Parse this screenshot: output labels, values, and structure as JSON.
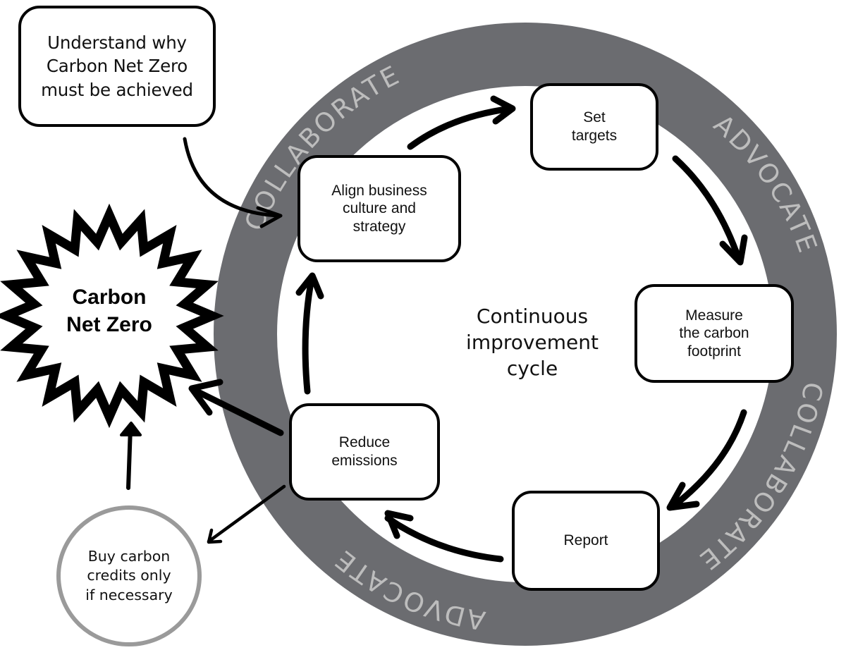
{
  "diagram": {
    "goal": "Carbon\nNet Zero",
    "understand_box": "Understand why\nCarbon Net Zero\nmust be achieved",
    "center_label": "Continuous\nimprovement\ncycle",
    "credits_circle": "Buy carbon\ncredits only\nif necessary",
    "cycle_steps": [
      {
        "id": "align",
        "label": "Align business\nculture and\nstrategy"
      },
      {
        "id": "targets",
        "label": "Set\ntargets"
      },
      {
        "id": "measure",
        "label": "Measure\nthe carbon\nfootprint"
      },
      {
        "id": "report",
        "label": "Report"
      },
      {
        "id": "reduce",
        "label": "Reduce\nemissions"
      }
    ],
    "ring_labels": [
      "COLLABORATE",
      "ADVOCATE",
      "COLLABORATE",
      "ADVOCATE"
    ],
    "colors": {
      "ring": "#6b6c70",
      "ring_text": "#bdbdbd",
      "outline": "#000000",
      "credits_border": "#9a9a9a"
    }
  }
}
